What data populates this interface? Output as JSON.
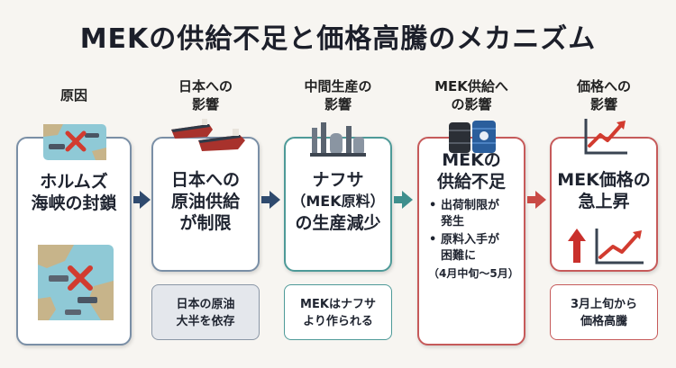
{
  "title": "MEKの供給不足と価格高騰のメカニズム",
  "columns": [
    {
      "head": [
        "原因"
      ],
      "main": [
        "ホルムズ",
        "海峡の封鎖"
      ]
    },
    {
      "head": [
        "日本への",
        "影響"
      ],
      "main": [
        "日本への",
        "原油供給",
        "が制限"
      ],
      "sub": [
        "日本の原油",
        "大半を依存"
      ]
    },
    {
      "head": [
        "中間生産の",
        "影響"
      ],
      "main": [
        "ナフサ",
        "（MEK原料）",
        "の生産減少"
      ],
      "sub": [
        "MEKはナフサ",
        "より作られる"
      ]
    },
    {
      "head": [
        "MEK供給へ",
        "の影響"
      ],
      "main": [
        "MEKの",
        "供給不足"
      ],
      "bullets": [
        "出荷制限が",
        "発生",
        "原料入手が",
        "困難に"
      ],
      "note": "（4月中旬～5月）"
    },
    {
      "head": [
        "価格への",
        "影響"
      ],
      "main": [
        "MEK価格の",
        "急上昇"
      ],
      "sub": [
        "3月上旬から",
        "価格高騰"
      ]
    }
  ],
  "colors": {
    "navy": "#2f4a6e",
    "teal": "#3f8f8d",
    "red": "#c94a45",
    "cardBorder": "#7a8fa6"
  },
  "icons": [
    "blocked-ship-icon",
    "tanker-ships-icon",
    "refinery-icon",
    "oil-barrels-icon",
    "rising-chart-icon",
    "up-arrow-chart-icon",
    "strait-map-icon"
  ]
}
